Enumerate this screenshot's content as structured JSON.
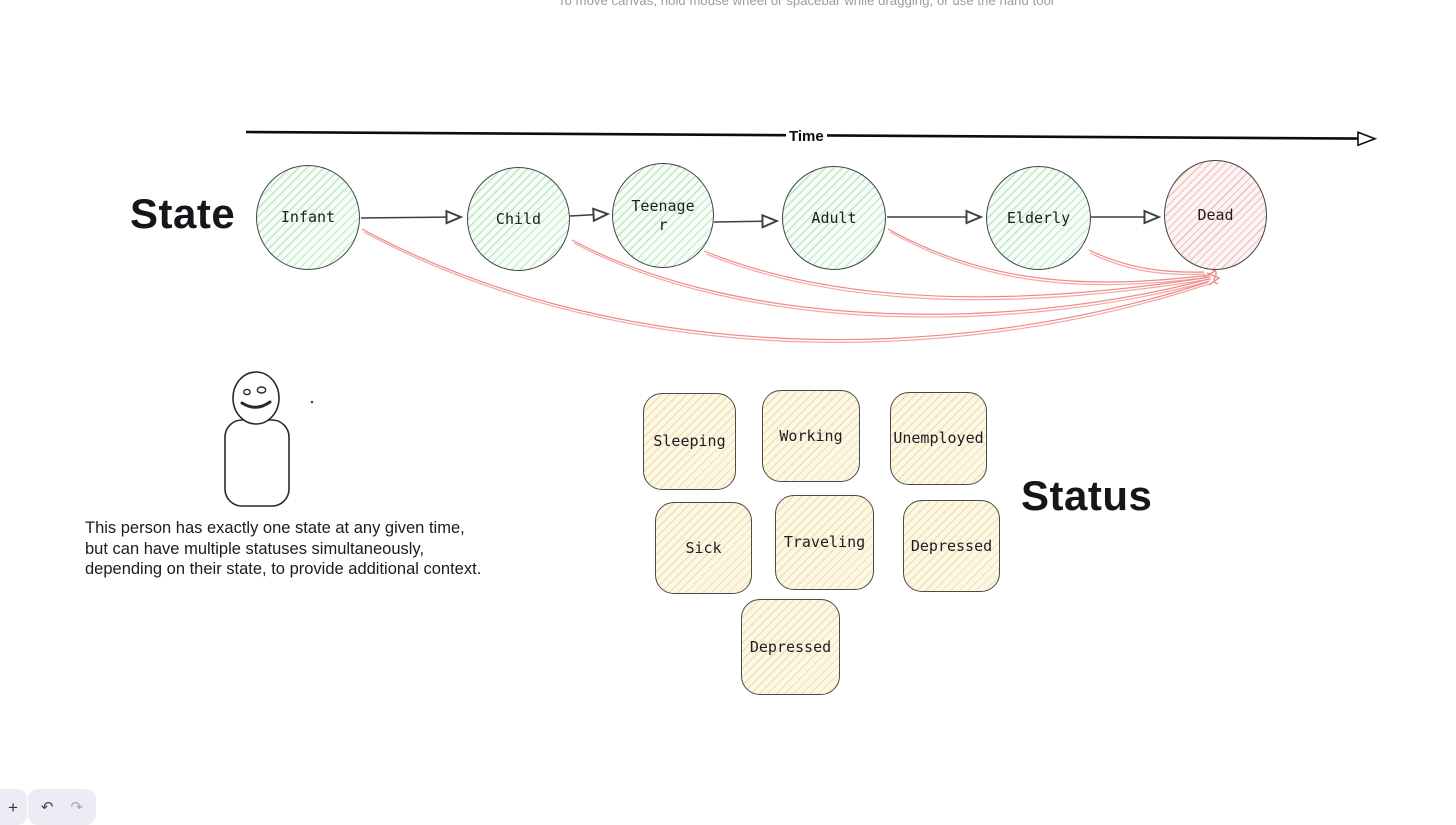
{
  "canvas": {
    "hint_text": "To move canvas, hold mouse wheel or spacebar while dragging, or use the hand tool"
  },
  "timeline": {
    "label": "Time"
  },
  "state_section": {
    "title": "State",
    "states": [
      {
        "label": "Infant"
      },
      {
        "label": "Child"
      },
      {
        "label": "Teenage\nr"
      },
      {
        "label": "Adult"
      },
      {
        "label": "Elderly"
      },
      {
        "label": "Dead"
      }
    ]
  },
  "status_section": {
    "title": "Status",
    "statuses": [
      {
        "label": "Sleeping"
      },
      {
        "label": "Working"
      },
      {
        "label": "Unemployed"
      },
      {
        "label": "Sick"
      },
      {
        "label": "Traveling"
      },
      {
        "label": "Depressed"
      },
      {
        "label": "Depressed"
      }
    ]
  },
  "note": {
    "text": "This person has exactly one state at any given time,\nbut can have multiple statuses simultaneously,\ndepending on their state, to provide additional context."
  },
  "toolbar": {
    "zoom_in_label": "+",
    "undo_icon": "↶",
    "redo_icon": "↷"
  },
  "colors": {
    "state_fill": "#f6fcf6",
    "state_hachure": "#6ec484",
    "dead_fill": "#fdf4f4",
    "dead_hachure": "#e97e7e",
    "status_fill": "#fdf7e6",
    "status_hachure": "#e7c473",
    "stroke": "#40454c",
    "red_arrow": "#ef8a88",
    "toolbar_bg": "#ececf4"
  }
}
